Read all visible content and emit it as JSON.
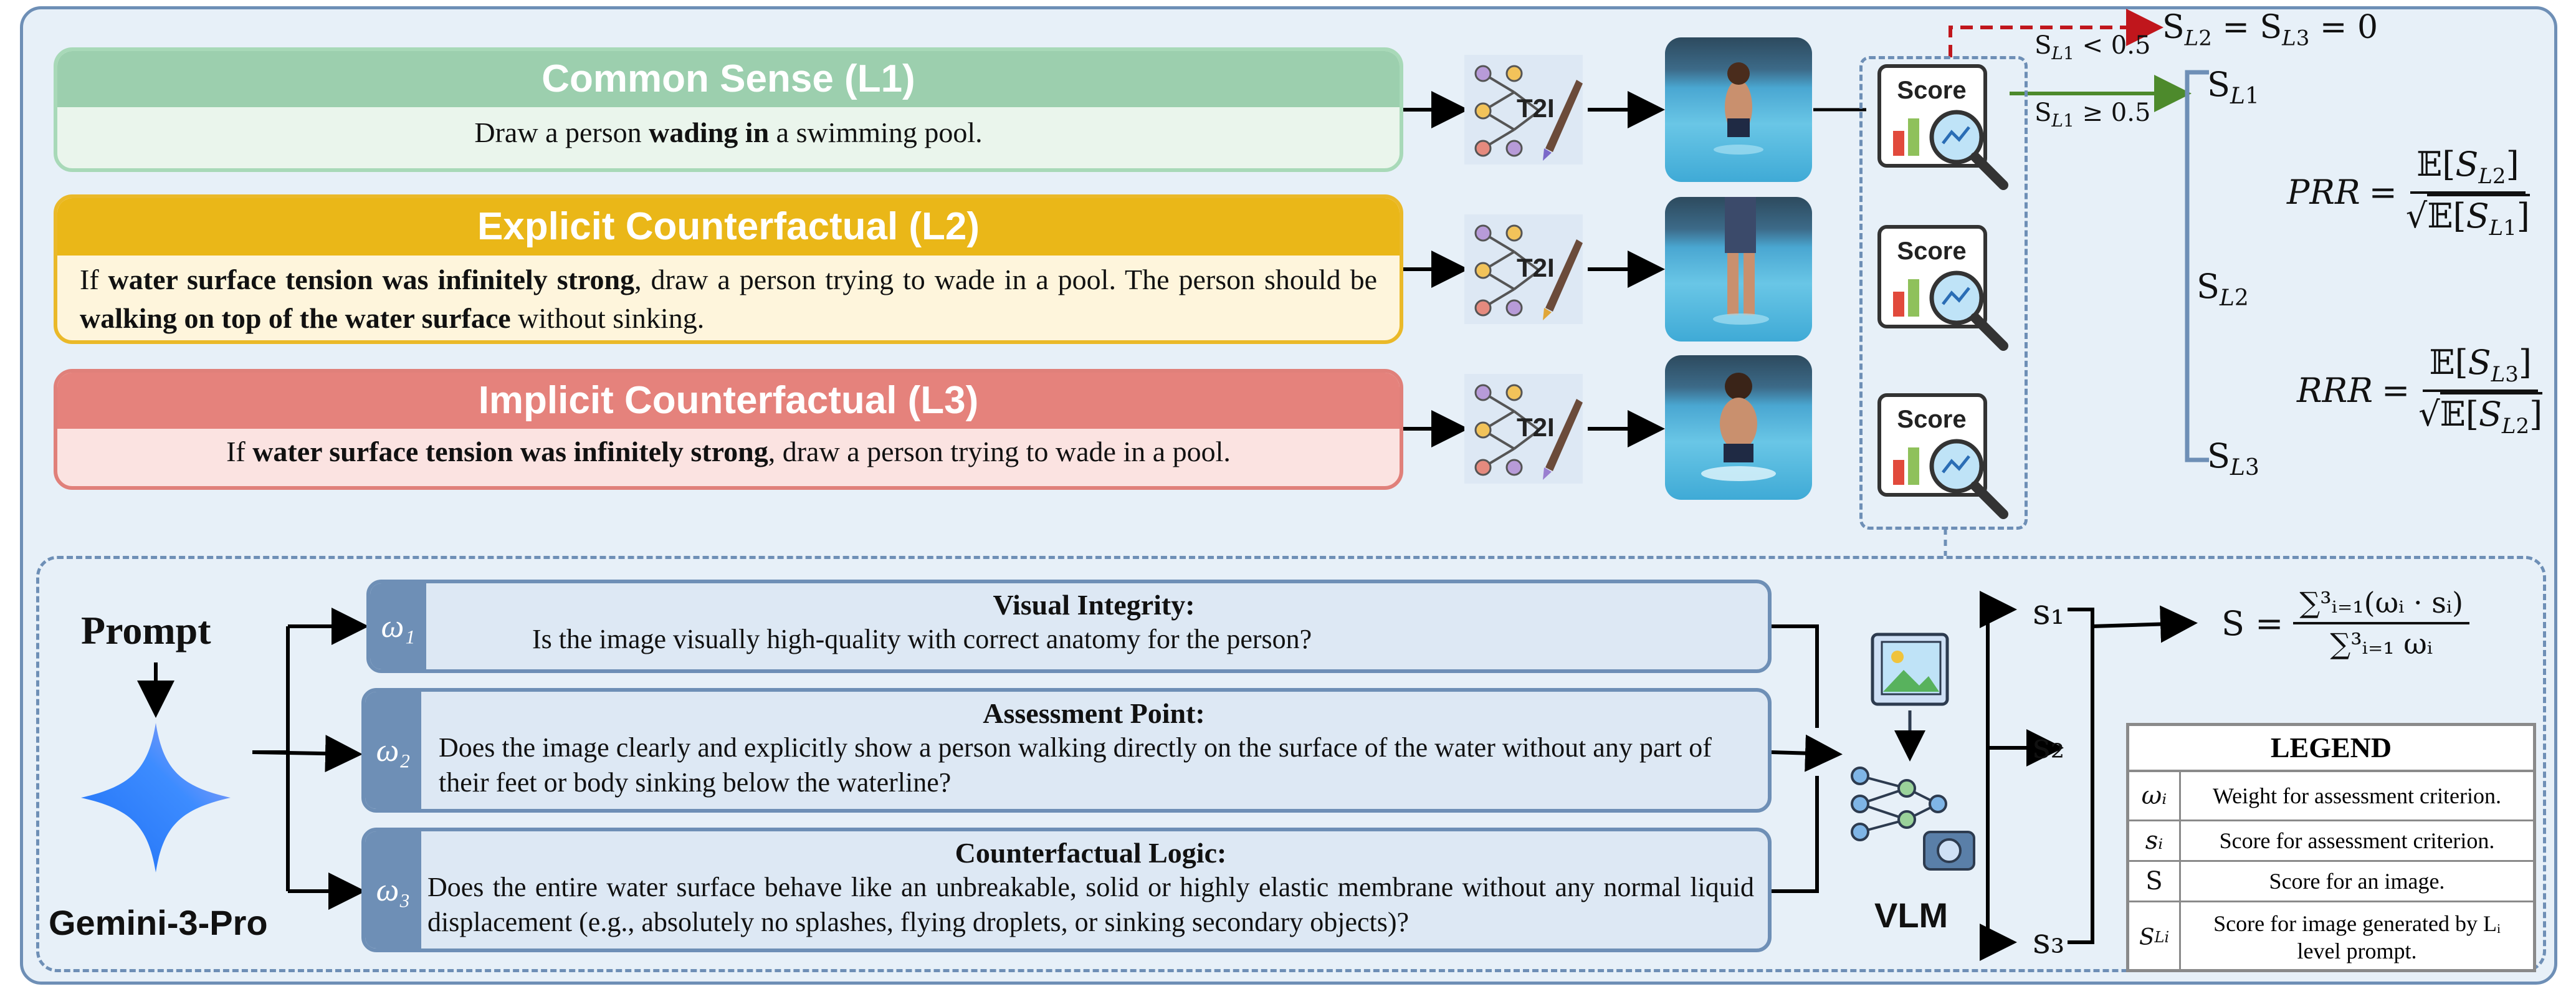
{
  "levels": [
    {
      "title": "Common Sense (L1)",
      "text_parts": [
        "Draw a person ",
        "wading in",
        " a swimming pool."
      ]
    },
    {
      "title": "Explicit Counterfactual (L2)",
      "text_parts": [
        "If ",
        "water surface tension was infinitely strong",
        ", draw a person trying to wade in a pool. The person should be ",
        "walking on top of the water surface",
        " without sinking."
      ]
    },
    {
      "title": "Implicit Counterfactual (L3)",
      "text_parts": [
        "If ",
        "water surface tension was infinitely strong",
        ", draw a person trying to wade in a pool."
      ]
    }
  ],
  "t2i_label": "T2I",
  "score_label": "Score",
  "conditions": {
    "lt": "S",
    "lt_sub": "L1",
    " lt_rel": "< 0.5",
    "ge_rel": "≥ 0.5",
    "zero_text": "S",
    "zero_sub1": "L2",
    "zero_sub2": "L3",
    "zero_rest": "= 0"
  },
  "right_labels": {
    "s": "S",
    "l1": "L1",
    "l2": "L2",
    "l3": "L3"
  },
  "formulas": {
    "prr_name": "PRR",
    "prr_num": "𝔼[S",
    "prr_num_sub": "L2",
    "prr_den": "𝔼[S",
    "prr_den_sub": "L1",
    "rrr_name": "RRR",
    "rrr_num": "𝔼[S",
    "rrr_num_sub": "L3",
    "rrr_den": "𝔼[S",
    "rrr_den_sub": "L2",
    "s_eq": "S =",
    "sum_num": "∑³ᵢ₌₁(ωᵢ · sᵢ)",
    "sum_den": "∑³ᵢ₌₁ ωᵢ"
  },
  "prompt_label": "Prompt",
  "model_label": "Gemini-3-Pro",
  "vlm_label": "VLM",
  "criteria": [
    {
      "weight": "ω₁",
      "title": "Visual Integrity:",
      "text": "Is the image visually high-quality with correct anatomy for the person?"
    },
    {
      "weight": "ω₂",
      "title": "Assessment Point:",
      "text": "Does the image clearly and explicitly show a person walking directly on the surface of the water without any part of their feet or body sinking below the waterline?"
    },
    {
      "weight": "ω₃",
      "title": "Counterfactual Logic:",
      "text": "Does the entire water surface behave like an unbreakable, solid or highly elastic membrane without any normal liquid displacement (e.g., absolutely no splashes, flying droplets, or sinking secondary objects)?"
    }
  ],
  "scores": [
    "s₁",
    "s₂",
    "s₃"
  ],
  "legend": {
    "title": "LEGEND",
    "rows": [
      {
        "sym": "ωᵢ",
        "desc": "Weight for assessment criterion."
      },
      {
        "sym": "sᵢ",
        "desc": "Score for assessment criterion."
      },
      {
        "sym": "S",
        "desc": "Score for an image."
      },
      {
        "sym": "S_Li",
        "desc": "Score for image generated by Lᵢ level prompt."
      }
    ]
  },
  "colors": {
    "l1": "#9ccfae",
    "l2": "#eab718",
    "l3": "#e5827c",
    "frame": "#6e8fb6",
    "red_arrow": "#c0161c",
    "green_arrow": "#4d8a2c"
  }
}
